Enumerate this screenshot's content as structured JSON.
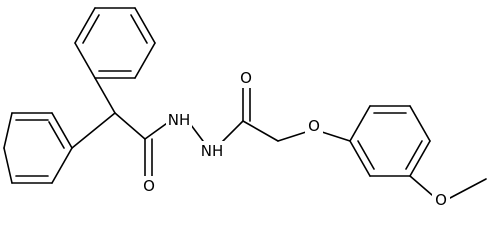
{
  "diagram": {
    "type": "chemical-structure",
    "atom_labels": {
      "hydrazide_nh_1": "NH",
      "hydrazide_nh_2": "NH",
      "carbonyl_o_1": "O",
      "carbonyl_o_2": "O",
      "ether_o": "O",
      "methoxy_o": "O"
    }
  }
}
